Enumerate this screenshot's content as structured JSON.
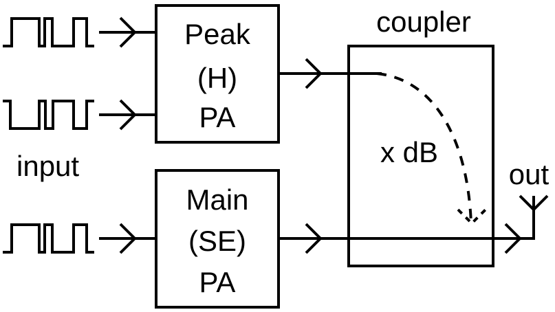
{
  "diagram": {
    "type": "block-diagram",
    "description": "Doherty-style power amplifier combining with a coupler",
    "labels": {
      "input": "input",
      "coupler": "coupler",
      "coupling": "x dB",
      "output": "out"
    },
    "blocks": [
      {
        "id": "peak-pa",
        "lines": [
          "Peak",
          "(H)",
          "PA"
        ]
      },
      {
        "id": "main-pa",
        "lines": [
          "Main",
          "(SE)",
          "PA"
        ]
      },
      {
        "id": "coupler",
        "label": "coupler",
        "inner_label": "x dB"
      }
    ],
    "inputs": [
      {
        "id": "peak-input-1",
        "waveform": "pulse-train",
        "polarity": "normal",
        "target": "peak-pa"
      },
      {
        "id": "peak-input-2",
        "waveform": "pulse-train",
        "polarity": "inverted",
        "target": "peak-pa"
      },
      {
        "id": "main-input",
        "waveform": "pulse-train",
        "polarity": "normal",
        "target": "main-pa"
      }
    ],
    "connections": [
      {
        "from": "peak-input-1",
        "to": "peak-pa",
        "style": "solid-arrow"
      },
      {
        "from": "peak-input-2",
        "to": "peak-pa",
        "style": "solid-arrow"
      },
      {
        "from": "main-input",
        "to": "main-pa",
        "style": "solid-arrow"
      },
      {
        "from": "peak-pa",
        "to": "coupler",
        "style": "solid-arrow"
      },
      {
        "from": "main-pa",
        "to": "coupler",
        "style": "solid-arrow"
      },
      {
        "from": "coupler-through-peak",
        "to": "coupler-through-main",
        "style": "dashed-curved-arrow",
        "label": "x dB"
      },
      {
        "from": "coupler",
        "to": "antenna",
        "style": "solid-arrow"
      }
    ],
    "output": {
      "id": "antenna",
      "icon": "antenna-icon",
      "label": "out"
    }
  }
}
